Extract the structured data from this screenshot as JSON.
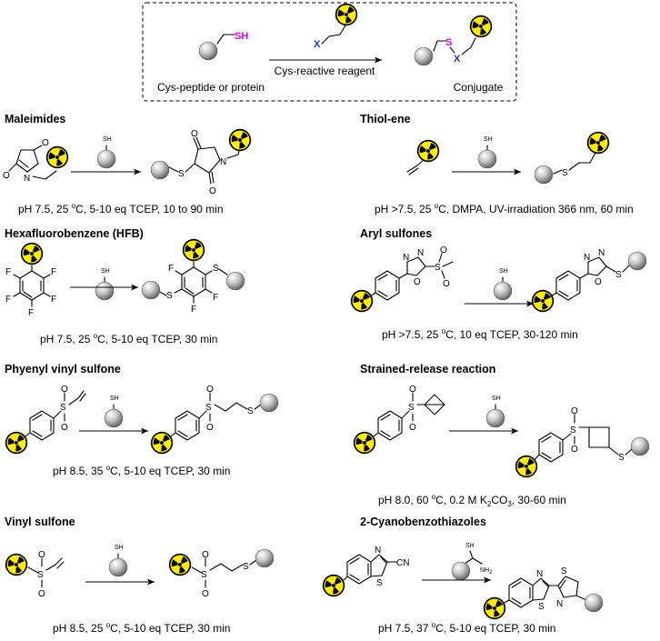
{
  "header": {
    "reactant_label": "Cys-peptide or protein",
    "thiol_label": "SH",
    "reagent_atom": "X",
    "arrow_label": "Cys-reactive reagent",
    "product_label": "Conjugate",
    "product_s": "S",
    "product_x": "X"
  },
  "atoms": {
    "sh": "SH",
    "s": "S",
    "o": "O",
    "n": "N",
    "f": "F",
    "cn": "CN",
    "nh2": "NH2",
    "nh": "NH",
    "sub2": "2",
    "o_circ": "o"
  },
  "reactions": [
    {
      "title": "Maleimides",
      "condition": "pH 7.5, 25 °C, 5-10 eq TCEP, 10 to 90 min",
      "cond_pre": "pH 7.5, 25 ",
      "cond_post": "C, 5-10 eq TCEP, 10 to 90 min"
    },
    {
      "title": "Thiol-ene",
      "cond_pre": "pH >7.5, 25 ",
      "cond_post": "C, DMPA, UV-irradiation 366 nm, 60 min"
    },
    {
      "title": "Hexafluorobenzene (HFB)",
      "cond_pre": "pH 7.5, 25 ",
      "cond_post": "C, 5-10 eq TCEP, 30 min"
    },
    {
      "title": "Aryl sulfones",
      "cond_pre": "pH >7.5, 25 ",
      "cond_post": "C, 10 eq TCEP, 30-120 min"
    },
    {
      "title": "Phyenyl vinyl sulfone",
      "cond_pre": "pH 8.5, 35 ",
      "cond_post": "C, 5-10 eq TCEP, 30 min"
    },
    {
      "title": "Strained-release reaction",
      "cond_pre": "pH 8.0, 60 ",
      "cond_mid": "C, 0.2 M K",
      "cond_sub": "2",
      "cond_mid2": "CO",
      "cond_sub2": "3",
      "cond_post": ", 30-60 min"
    },
    {
      "title": "Vinyl sulfone",
      "cond_pre": "pH 8.5, 25 ",
      "cond_post": "C, 5-10 eq TCEP, 30 min"
    },
    {
      "title": "2-Cyanobenzothiazoles",
      "cond_pre": "pH 7.5, 37 ",
      "cond_post": "C, 5-10 eq TCEP, 30 min"
    }
  ],
  "colors": {
    "thiol": "#e600e6",
    "reagent_x": "#1f2fd6",
    "radiation_yellow": "#ffee00"
  }
}
